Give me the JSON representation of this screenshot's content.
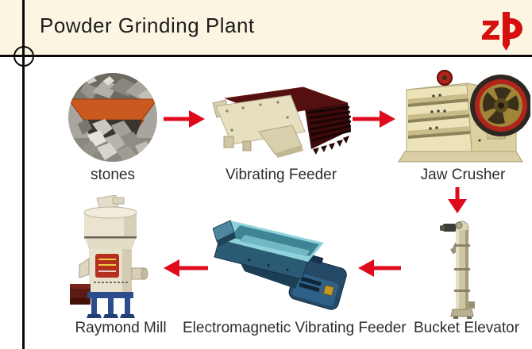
{
  "header": {
    "title": "Powder Grinding Plant",
    "logo_text": "zp"
  },
  "stages": {
    "stones": {
      "label": "stones"
    },
    "vibrating_feeder": {
      "label": "Vibrating Feeder"
    },
    "jaw_crusher": {
      "label": "Jaw Crusher"
    },
    "bucket_elevator": {
      "label": "Bucket Elevator"
    },
    "electromagnetic_vibrating_feeder": {
      "label": "Electromagnetic Vibrating Feeder"
    },
    "raymond_mill": {
      "label": "Raymond Mill"
    }
  },
  "flow_sequence": [
    "stones",
    "Vibrating Feeder",
    "Jaw Crusher",
    "Bucket Elevator",
    "Electromagnetic Vibrating Feeder",
    "Raymond Mill"
  ],
  "colors": {
    "accent_red": "#df0a1c",
    "logo_red": "#d6100e",
    "header_background": "#fcf5e2",
    "canvas_background": "#ffffff",
    "line_black": "#0a0a0a"
  }
}
